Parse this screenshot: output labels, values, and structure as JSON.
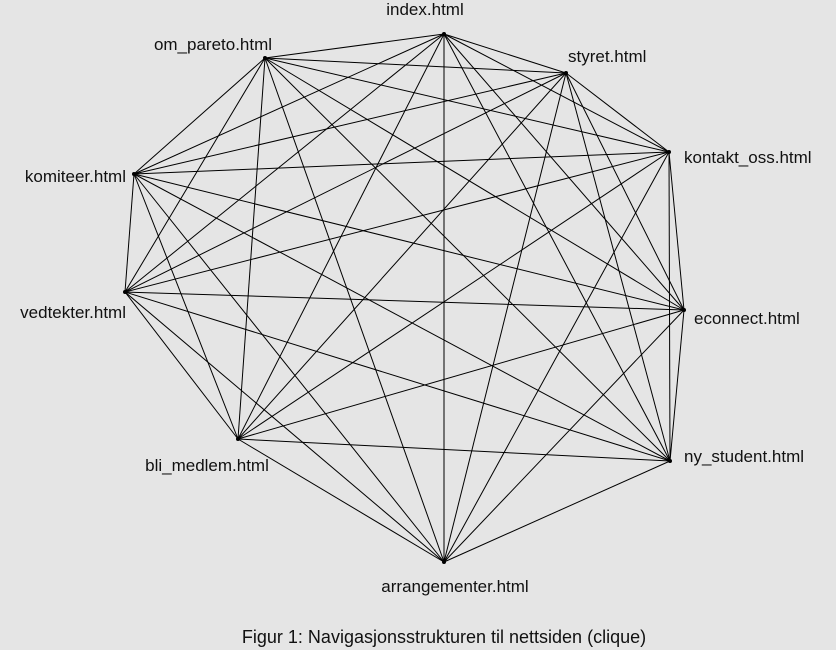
{
  "caption": "Figur 1: Navigasjonsstrukturen til nettsiden (clique)",
  "graph": {
    "type": "complete-graph",
    "nodes": [
      {
        "id": "index",
        "label": "index.html"
      },
      {
        "id": "styret",
        "label": "styret.html"
      },
      {
        "id": "kontakt_oss",
        "label": "kontakt_oss.html"
      },
      {
        "id": "econnect",
        "label": "econnect.html"
      },
      {
        "id": "ny_student",
        "label": "ny_student.html"
      },
      {
        "id": "arrangementer",
        "label": "arrangementer.html"
      },
      {
        "id": "bli_medlem",
        "label": "bli_medlem.html"
      },
      {
        "id": "vedtekter",
        "label": "vedtekter.html"
      },
      {
        "id": "komiteer",
        "label": "komiteer.html"
      },
      {
        "id": "om_pareto",
        "label": "om_pareto.html"
      }
    ]
  }
}
